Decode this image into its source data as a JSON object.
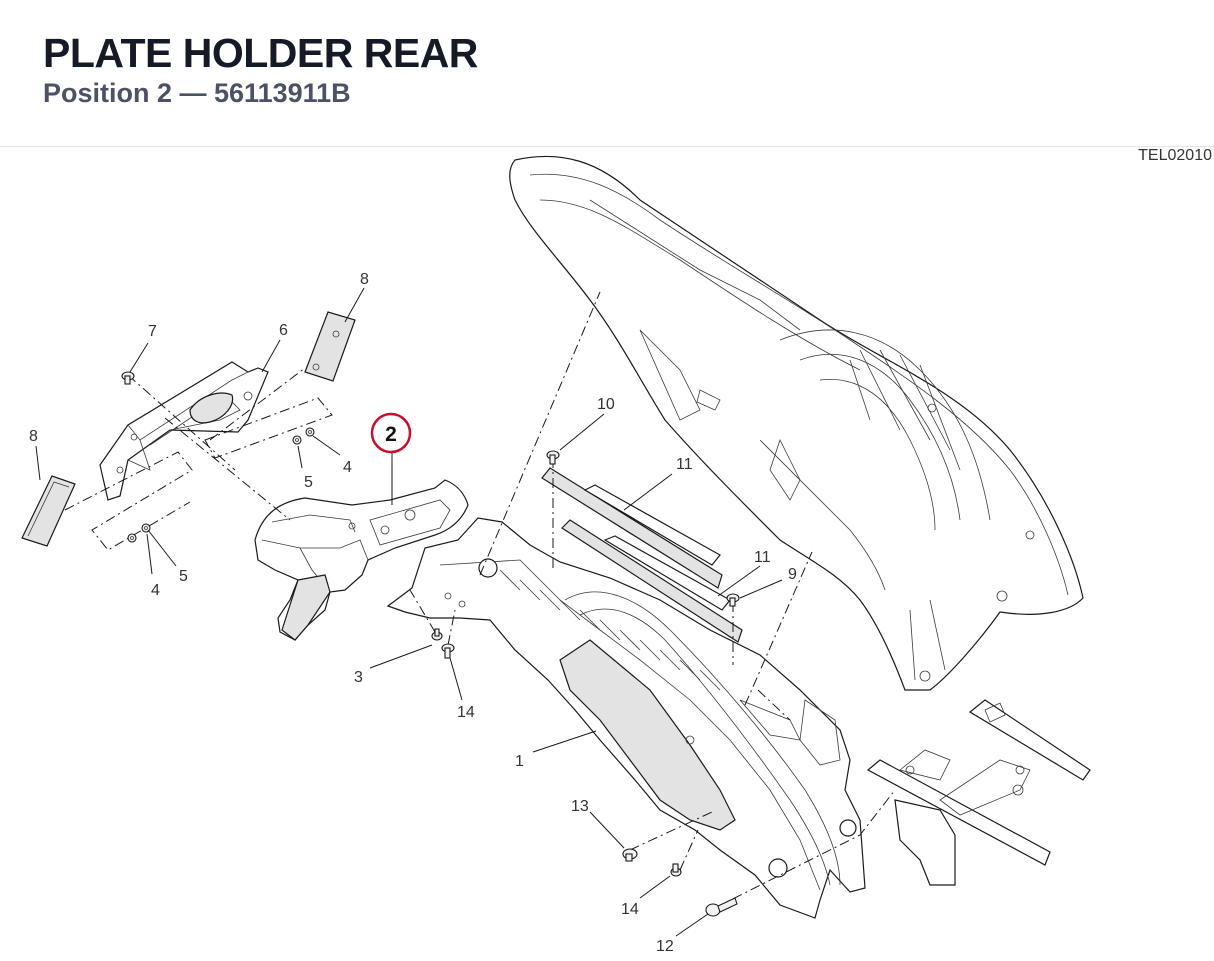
{
  "header": {
    "title": "PLATE HOLDER REAR",
    "subtitle": "Position 2 — 56113911B"
  },
  "diagram": {
    "code": "TEL02010",
    "highlight_color": "#c8102e",
    "highlighted": "2",
    "callouts": [
      "1",
      "2",
      "3",
      "4",
      "4",
      "5",
      "5",
      "6",
      "7",
      "8",
      "8",
      "9",
      "10",
      "11",
      "11",
      "12",
      "13",
      "14",
      "14"
    ]
  }
}
